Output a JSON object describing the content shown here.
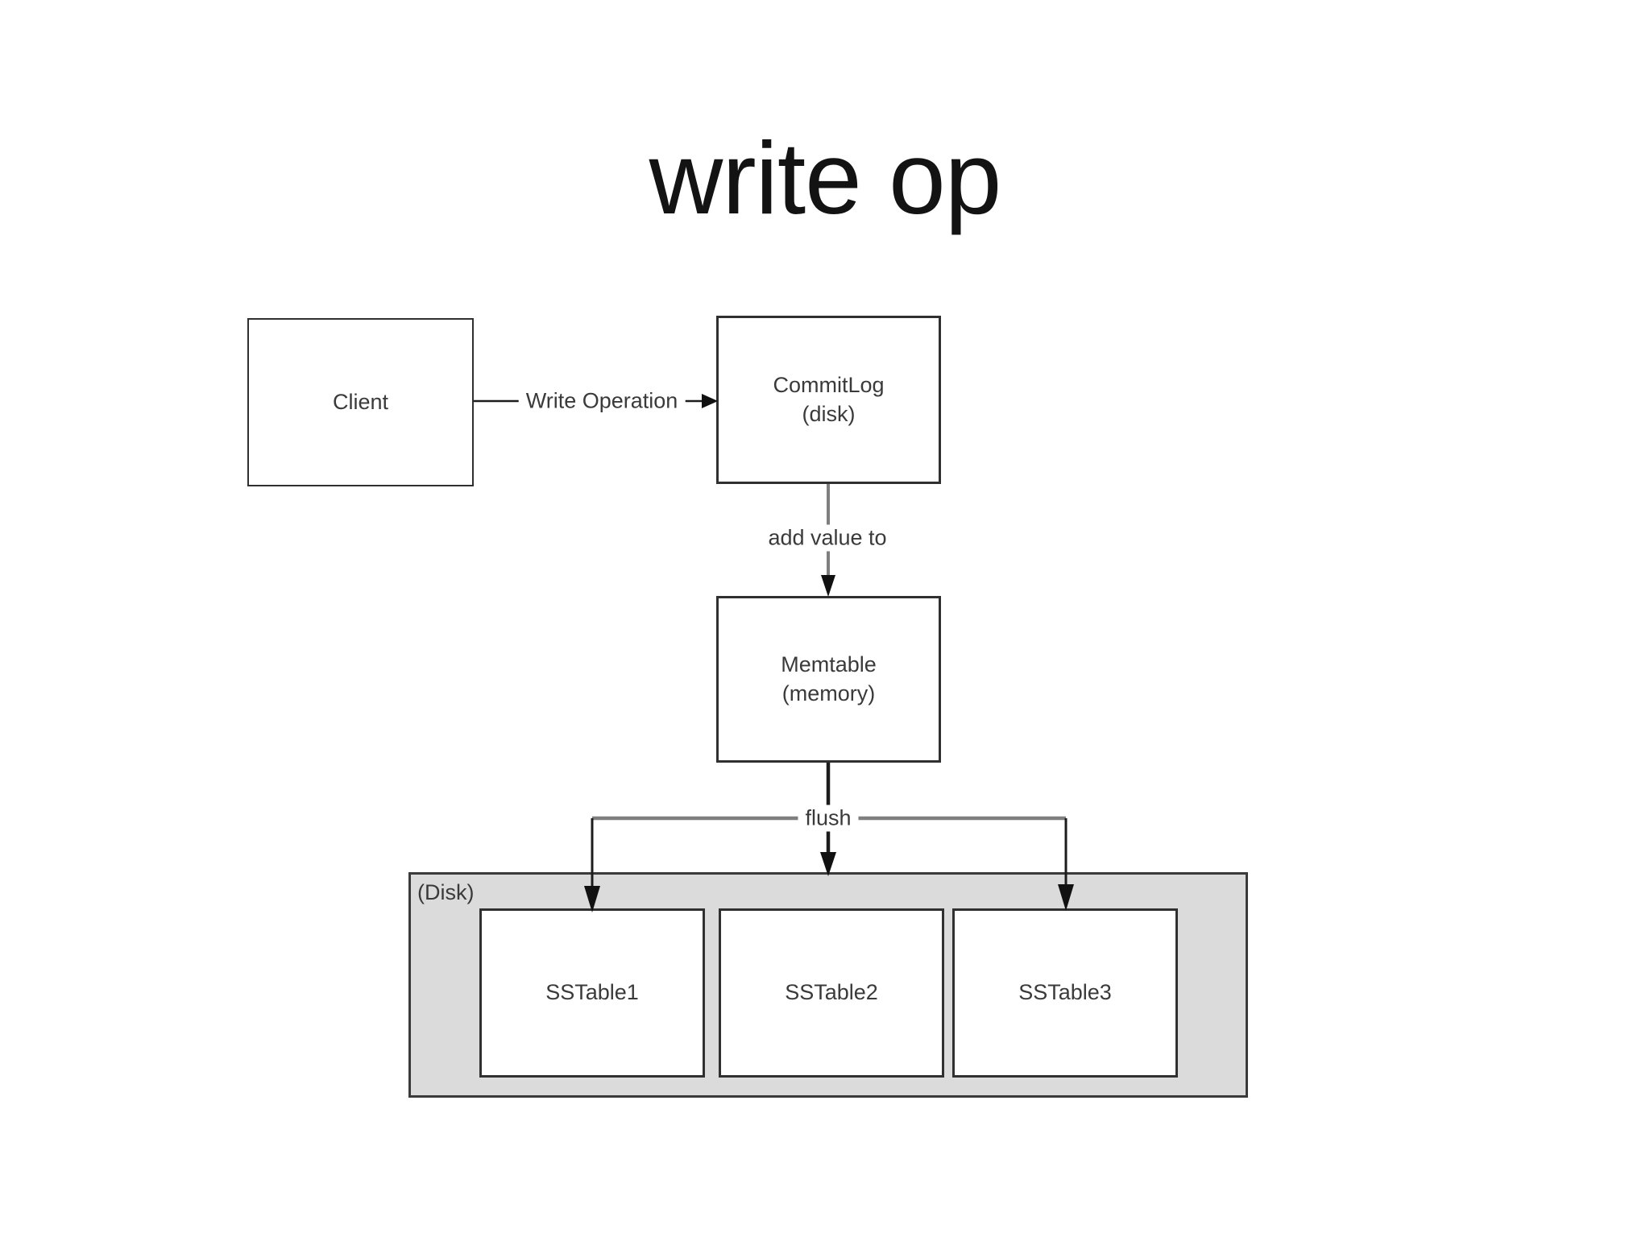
{
  "slide": {
    "title": "write op"
  },
  "nodes": {
    "client": {
      "label": "Client"
    },
    "commitlog": {
      "label": "CommitLog",
      "sublabel": "(disk)"
    },
    "memtable": {
      "label": "Memtable",
      "sublabel": "(memory)"
    },
    "disk": {
      "label": "(Disk)"
    },
    "sstable1": {
      "label": "SSTable1"
    },
    "sstable2": {
      "label": "SSTable2"
    },
    "sstable3": {
      "label": "SSTable3"
    }
  },
  "edges": {
    "write_operation": {
      "label": "Write Operation"
    },
    "add_value_to": {
      "label": "add value to"
    },
    "flush": {
      "label": "flush"
    }
  },
  "colors": {
    "background": "#ffffff",
    "title_text": "#131313",
    "node_fill": "#ffffff",
    "node_border": "#303030",
    "node_text": "#3a3a3a",
    "disk_fill": "#dbdbdb",
    "disk_border": "#3a3a3a",
    "connector_gray": "#7f7f7f",
    "connector_black": "#1c1c1c",
    "arrowhead": "#111111"
  }
}
